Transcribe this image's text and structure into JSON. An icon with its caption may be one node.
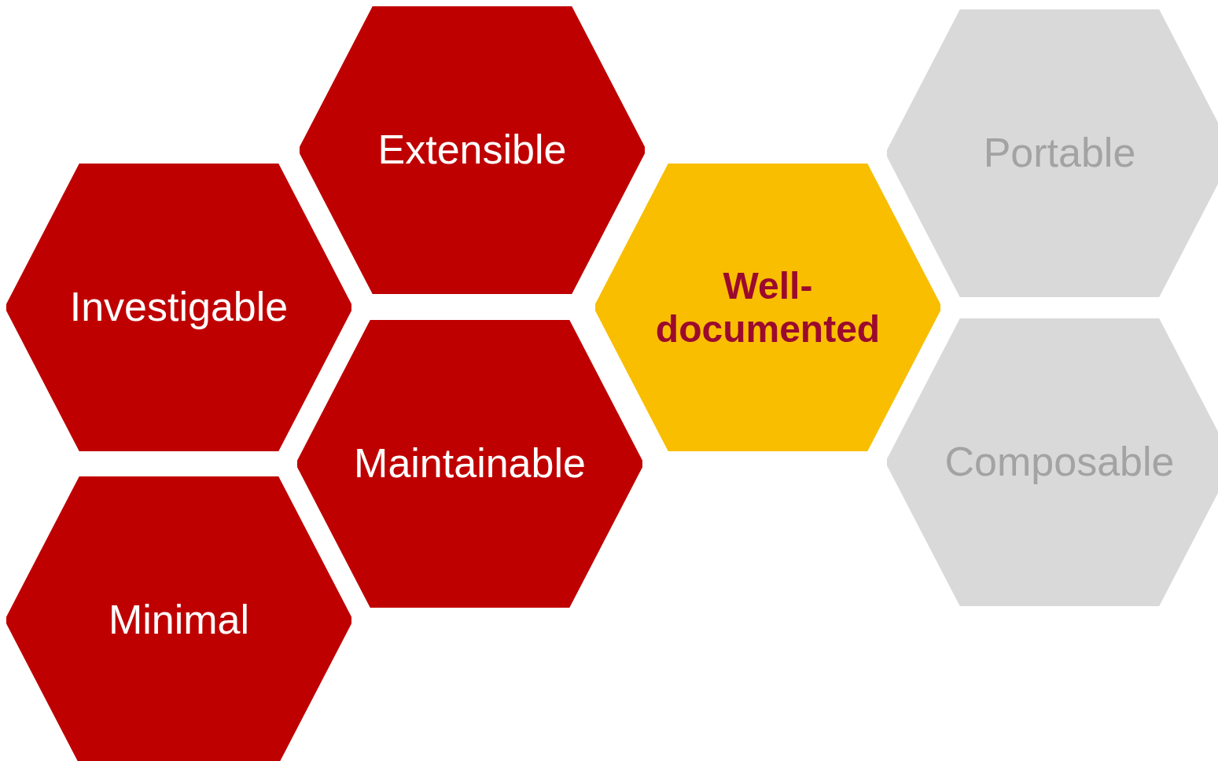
{
  "diagram": {
    "nodes": [
      {
        "text": [
          "Extensible"
        ]
      },
      {
        "text": [
          "Portable"
        ]
      },
      {
        "text": [
          "Investigable"
        ]
      },
      {
        "text": [
          "Well-documented"
        ]
      },
      {
        "text": [
          "Maintainable"
        ]
      },
      {
        "text": [
          "Composable"
        ]
      },
      {
        "text": [
          "Minimal"
        ]
      }
    ]
  }
}
